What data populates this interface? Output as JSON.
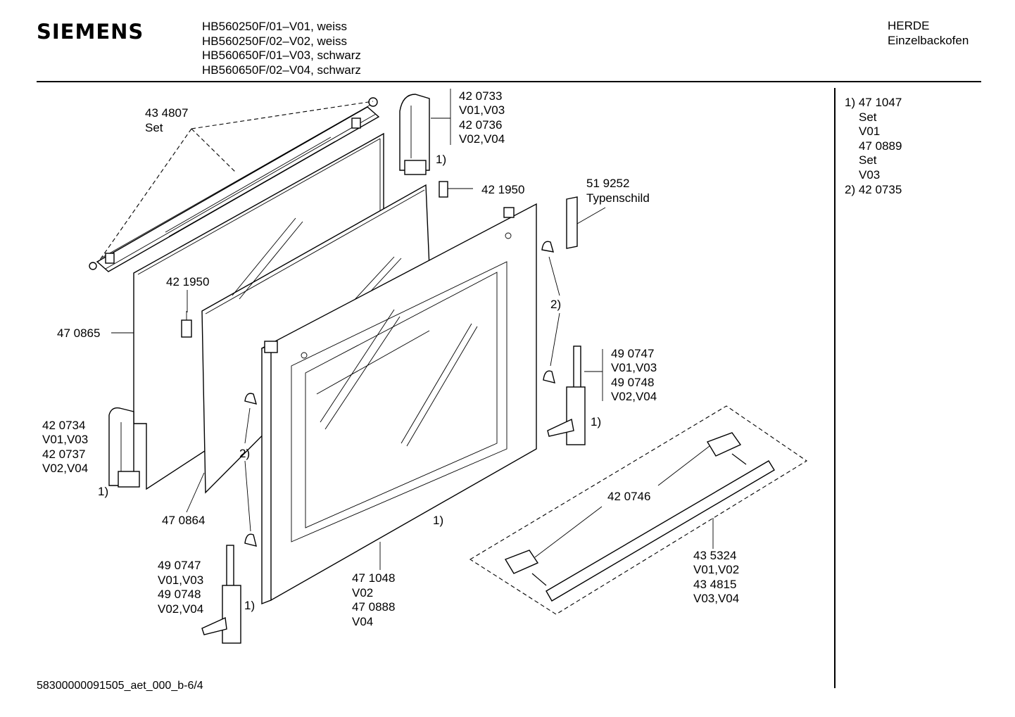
{
  "header": {
    "brand": "SIEMENS",
    "models": [
      "HB560250F/01–V01, weiss",
      "HB560250F/02–V02, weiss",
      "HB560650F/01–V03, schwarz",
      "HB560650F/02–V04, schwarz"
    ],
    "category": [
      "HERDE",
      "Einzelbackofen"
    ]
  },
  "notes": {
    "n1_label": "1) 47 1047",
    "n1_lines": [
      "Set",
      "V01",
      "47 0889",
      "Set",
      "V03"
    ],
    "n2_label": "2) 42 0735"
  },
  "labels": {
    "l434807": [
      "43 4807",
      "Set"
    ],
    "l420733": [
      "42 0733",
      "V01,V03",
      "42 0736",
      "V02,V04"
    ],
    "l1a": "1)",
    "l421950a": "42 1950",
    "l519252": [
      "51 9252",
      "Typenschild"
    ],
    "l421950b": "42 1950",
    "l470865": "47 0865",
    "l2a": "2)",
    "l490747r": [
      "49 0747",
      "V01,V03",
      "49 0748",
      "V02,V04"
    ],
    "l1b": "1)",
    "l420734": [
      "42 0734",
      "V01,V03",
      "42 0737",
      "V02,V04"
    ],
    "l1c": "1)",
    "l2b": "2)",
    "l420746": "42 0746",
    "l470864": "47 0864",
    "l1d": "1)",
    "l490747l": [
      "49 0747",
      "V01,V03",
      "49 0748",
      "V02,V04"
    ],
    "l1e": "1)",
    "l471048": [
      "47 1048",
      "V02",
      "47 0888",
      "V04"
    ],
    "l435324": [
      "43 5324",
      "V01,V02",
      "43 4815",
      "V03,V04"
    ]
  },
  "footer": "58300000091505_aet_000_b-6/4"
}
